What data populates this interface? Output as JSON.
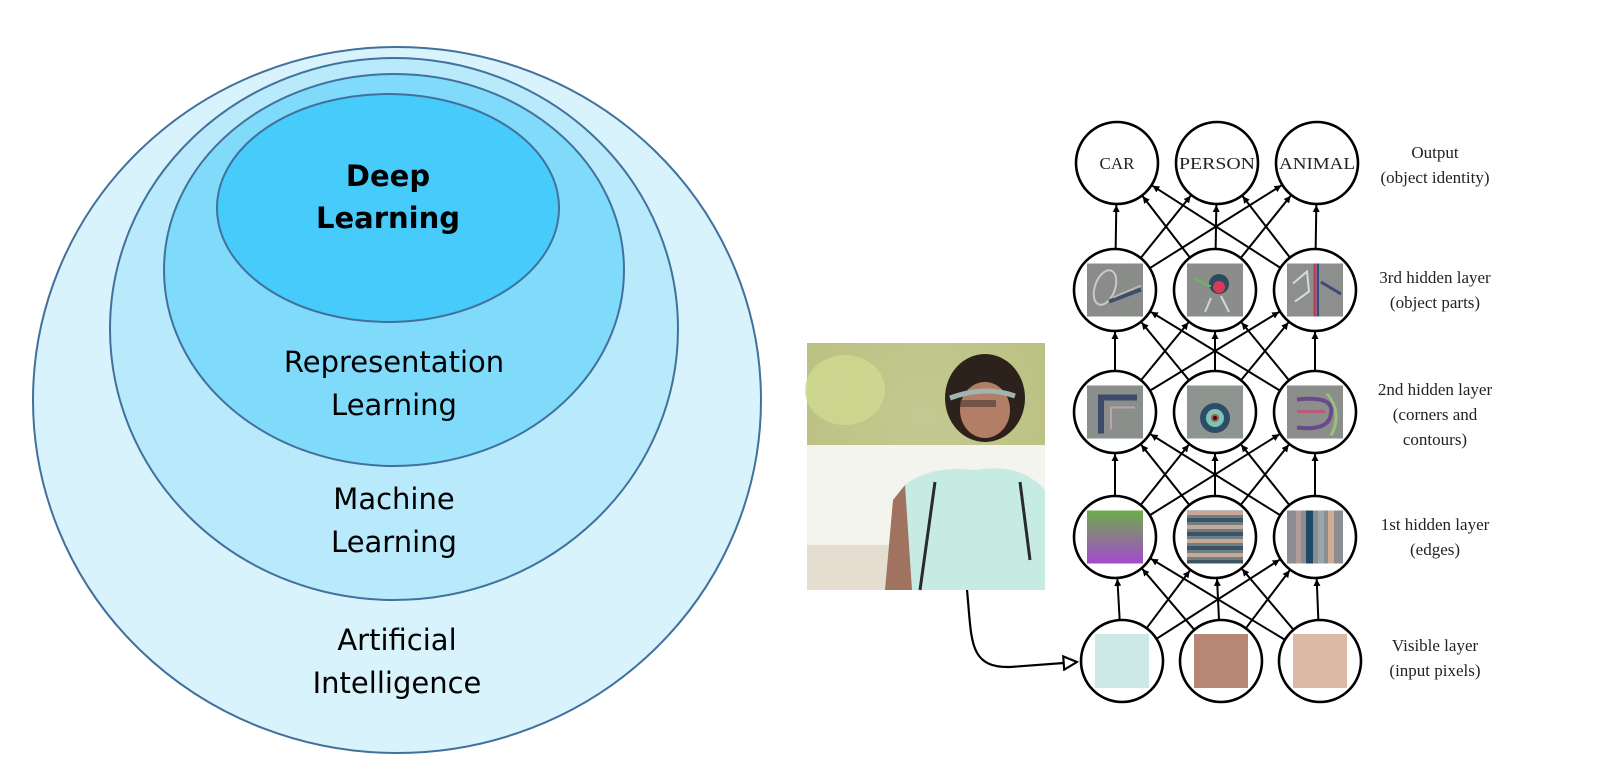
{
  "venn": {
    "title": "AI nested set diagram",
    "sets": [
      {
        "id": "ai",
        "lines": [
          "Artificial",
          "Intelligence"
        ],
        "fill": "#d9f3fd",
        "stroke": "#41719c",
        "bold": false
      },
      {
        "id": "ml",
        "lines": [
          "Machine",
          "Learning"
        ],
        "fill": "#b8eafc",
        "stroke": "#41719c",
        "bold": false
      },
      {
        "id": "rl",
        "lines": [
          "Representation",
          "Learning"
        ],
        "fill": "#80dbfb",
        "stroke": "#41719c",
        "bold": false
      },
      {
        "id": "dl",
        "lines": [
          "Deep",
          "Learning"
        ],
        "fill": "#46cbfb",
        "stroke": "#41719c",
        "bold": true
      }
    ]
  },
  "network": {
    "input_image": {
      "description": "photo of a woman wearing a visor and light blue t-shirt"
    },
    "layers": [
      {
        "id": "output",
        "label_lines": [
          "Output",
          "(object identity)"
        ],
        "nodes": [
          {
            "text": "CAR"
          },
          {
            "text": "PERSON"
          },
          {
            "text": "ANIMAL"
          }
        ]
      },
      {
        "id": "hidden3",
        "label_lines": [
          "3rd hidden layer",
          "(object parts)"
        ],
        "nodes": [
          {
            "feature": "car-part"
          },
          {
            "feature": "person-face"
          },
          {
            "feature": "animal-part"
          }
        ]
      },
      {
        "id": "hidden2",
        "label_lines": [
          "2nd hidden layer",
          "(corners and",
          "contours)"
        ],
        "nodes": [
          {
            "feature": "corner"
          },
          {
            "feature": "circle-contour"
          },
          {
            "feature": "curve-contour"
          }
        ]
      },
      {
        "id": "hidden1",
        "label_lines": [
          "1st hidden layer",
          "(edges)"
        ],
        "nodes": [
          {
            "feature": "gradient-edge"
          },
          {
            "feature": "horizontal-edges"
          },
          {
            "feature": "vertical-edges"
          }
        ]
      },
      {
        "id": "visible",
        "label_lines": [
          "Visible layer",
          "(input pixels)"
        ],
        "nodes": [
          {
            "pixel_color": "#cce9e8"
          },
          {
            "pixel_color": "#b78776"
          },
          {
            "pixel_color": "#dcb9a5"
          }
        ]
      }
    ]
  }
}
